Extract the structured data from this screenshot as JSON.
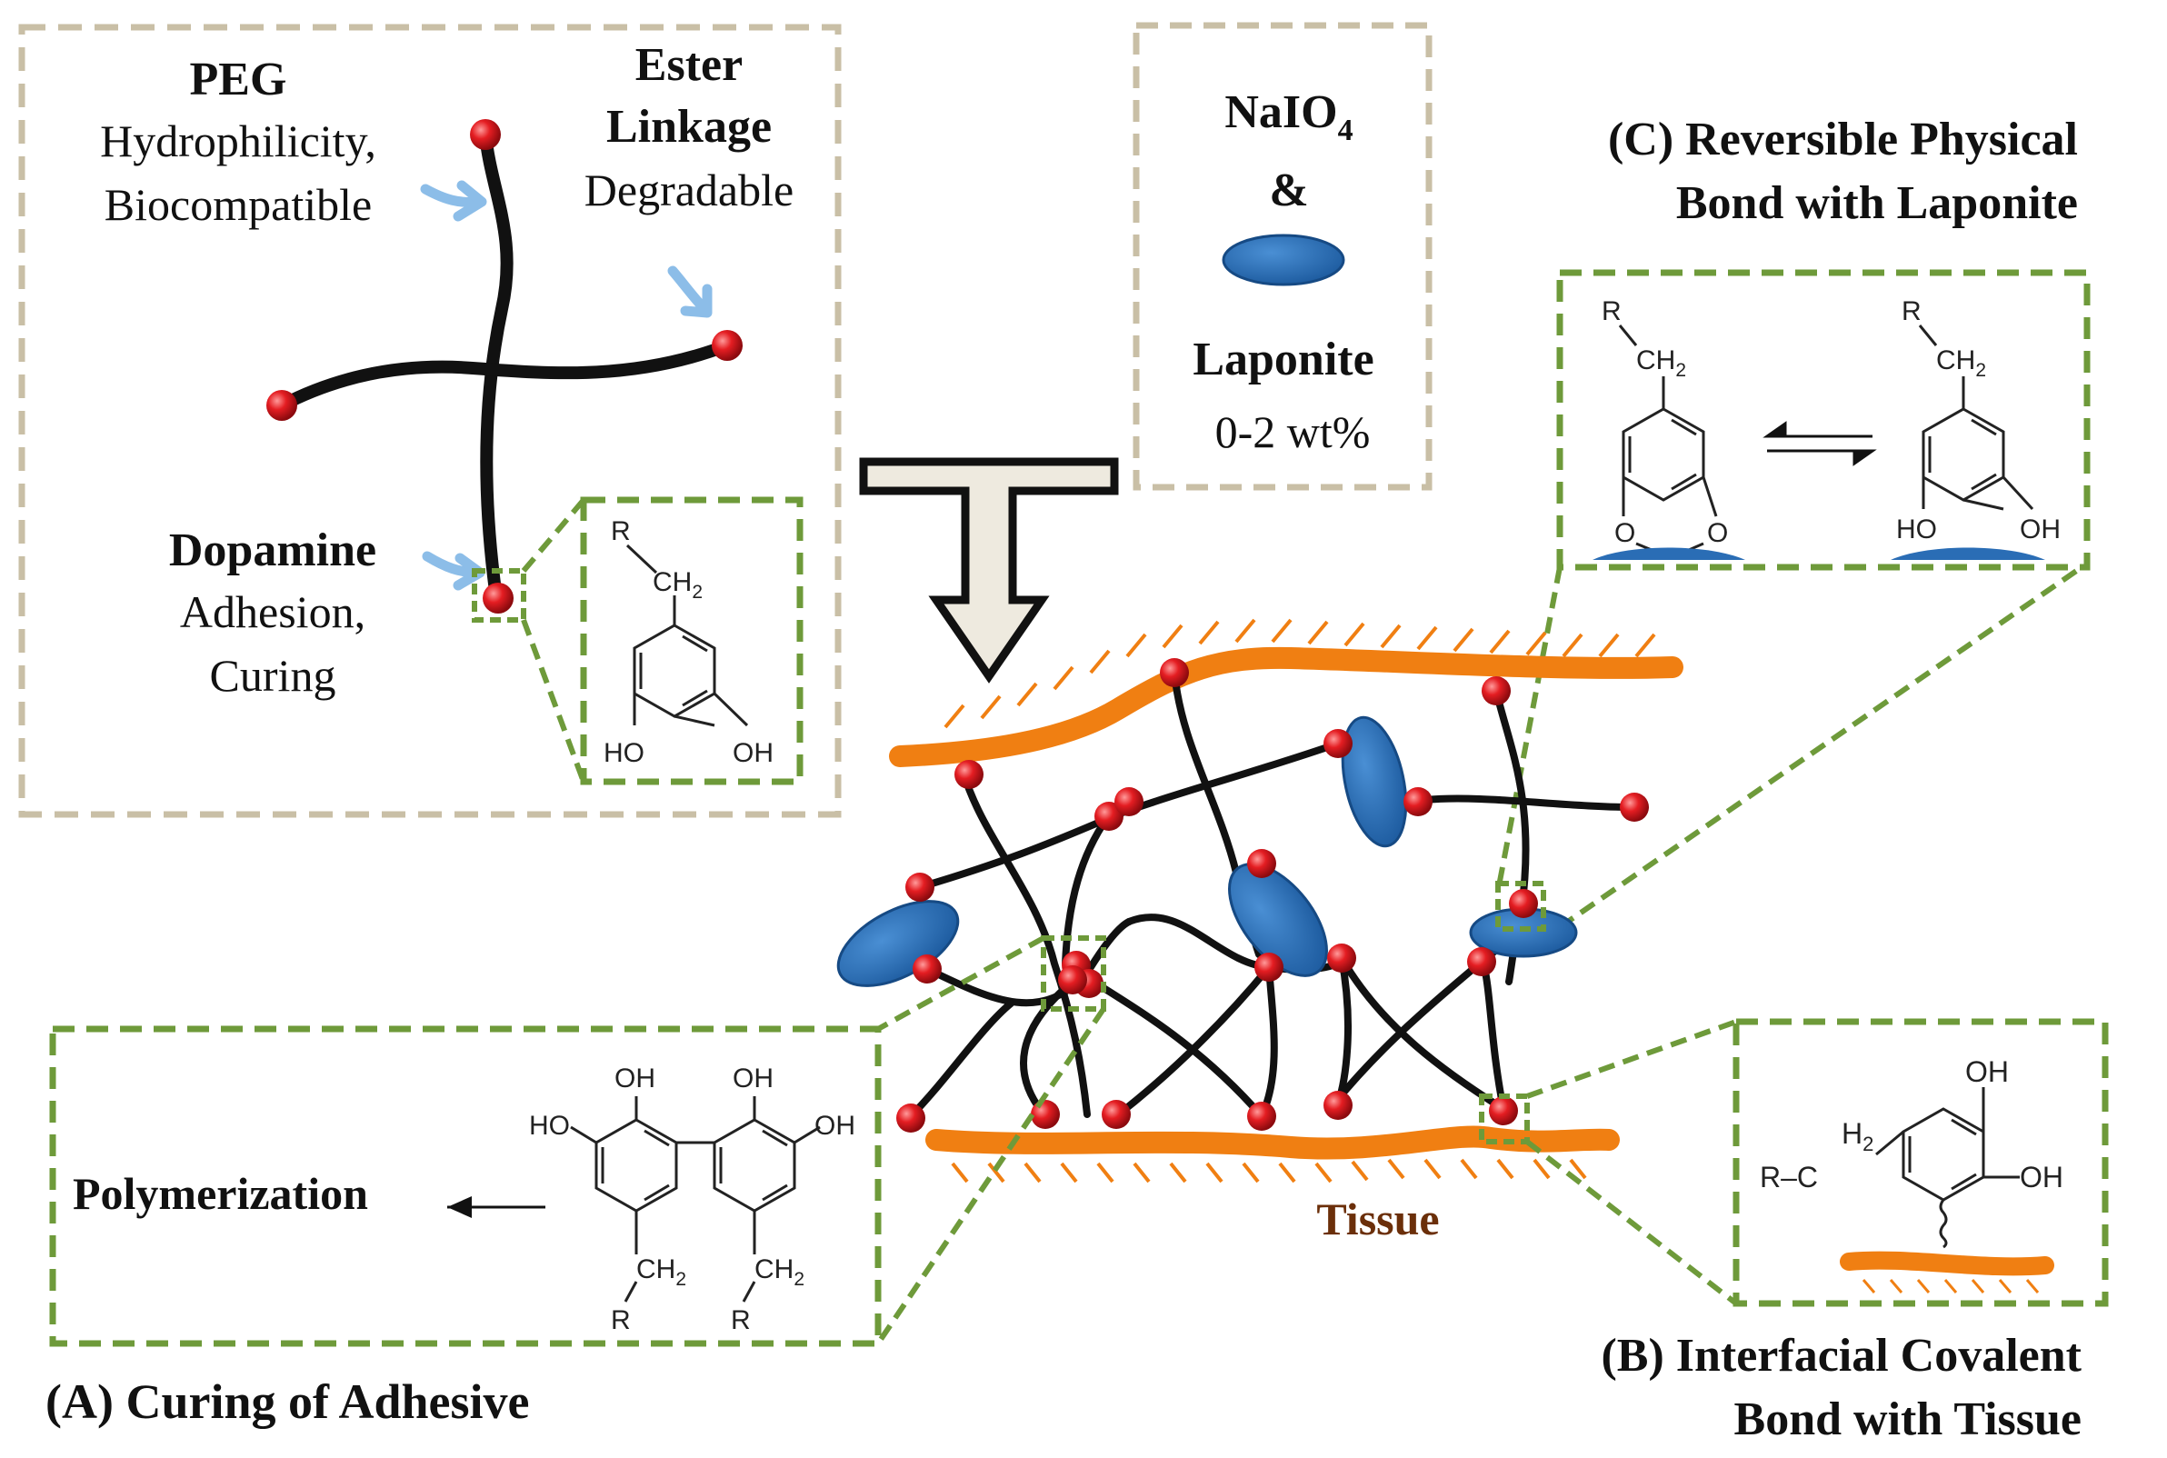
{
  "peg_box": {
    "peg_title": "PEG",
    "peg_line1": "Hydrophilicity,",
    "peg_line2": "Biocompatible",
    "ester_line1": "Ester",
    "ester_line2": "Linkage",
    "ester_line3": "Degradable",
    "dopamine_title": "Dopamine",
    "dopamine_line1": "Adhesion,",
    "dopamine_line2": "Curing"
  },
  "dopamine_structure": {
    "r": "R",
    "ch": "CH",
    "sub2": "2",
    "ho": "HO",
    "oh": "OH"
  },
  "reagent_box": {
    "naio_main": "NaIO",
    "naio_sub": "4",
    "amp": "&",
    "laponite": "Laponite",
    "amount": "0-2 wt%"
  },
  "panel_c": {
    "title_line1": "(C) Reversible Physical",
    "title_line2": "Bond with Laponite",
    "r": "R",
    "ch": "CH",
    "sub2": "2",
    "o": "O",
    "ho": "HO",
    "oh": "OH"
  },
  "panel_a": {
    "polymerization": "Polymerization",
    "caption": "(A) Curing of Adhesive",
    "ho": "HO",
    "oh": "OH",
    "r": "R",
    "ch": "CH",
    "sub2": "2"
  },
  "panel_b": {
    "caption_line1": "(B) Interfacial Covalent",
    "caption_line2": "Bond with Tissue",
    "h": "H",
    "sub2": "2",
    "rc": "R–C",
    "oh": "OH"
  },
  "tissue_label": "Tissue",
  "colors": {
    "tissue": "#f07f12",
    "tissue_label": "#6b2f0a",
    "polymer": "#111111",
    "dopamine_node": "#d8121a",
    "laponite": "#2a6db5",
    "dash_green": "#6e9a3a",
    "dash_tan": "#c9bfa6",
    "arrow_blue": "#8cbde8",
    "arrow_fill": "#eeeadf"
  }
}
